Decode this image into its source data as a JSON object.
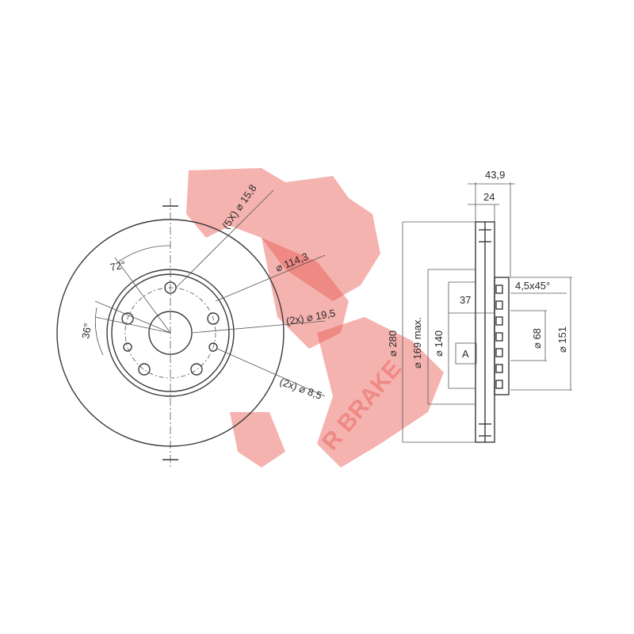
{
  "watermark_text": "R BRAKE",
  "front_view": {
    "bolt_hole": "(5X) ⌀ 15,8",
    "pcd": "⌀ 114,3",
    "center_hole": "(2x) ⌀ 19,5",
    "small_hole": "(2x) ⌀ 8,5",
    "angle_top": "72°",
    "angle_left": "36°"
  },
  "side_view": {
    "total_height": "43,9",
    "disc_thickness": "24",
    "chamfer": "4,5x45°",
    "hat_depth": "37",
    "datum": "A",
    "outer_diameter": "⌀ 280",
    "inner_diameter": "⌀ 169 max.",
    "hat_diameter": "⌀ 140",
    "bore": "⌀ 68",
    "hub_diameter": "⌀ 151"
  },
  "colors": {
    "line": "#3a3a3a",
    "watermark": "#e8574f"
  }
}
